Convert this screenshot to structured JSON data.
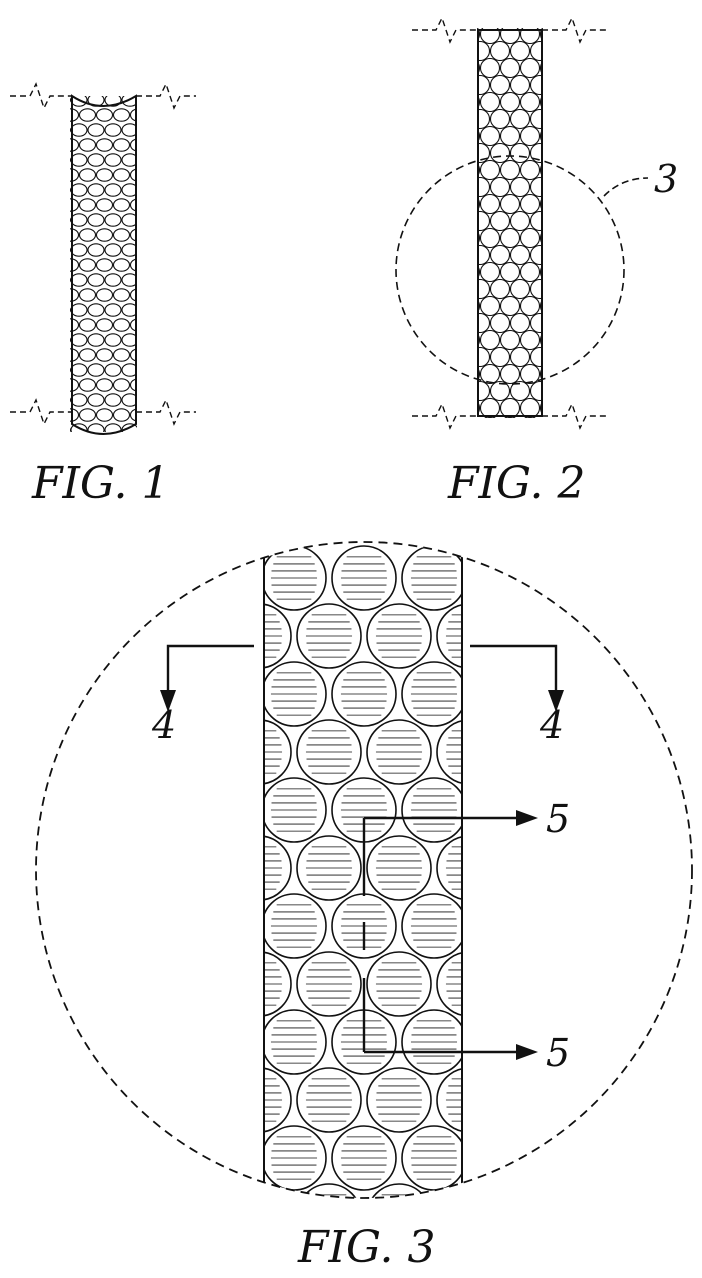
{
  "figures": [
    {
      "caption": "FIG. 1"
    },
    {
      "caption": "FIG. 2",
      "detail_ref": "3"
    },
    {
      "caption": "FIG. 3",
      "section_left": "4",
      "section_right": "4",
      "section_upper": "5",
      "section_lower": "5"
    }
  ],
  "colors": {
    "ink": "#111111",
    "background": "#ffffff"
  }
}
